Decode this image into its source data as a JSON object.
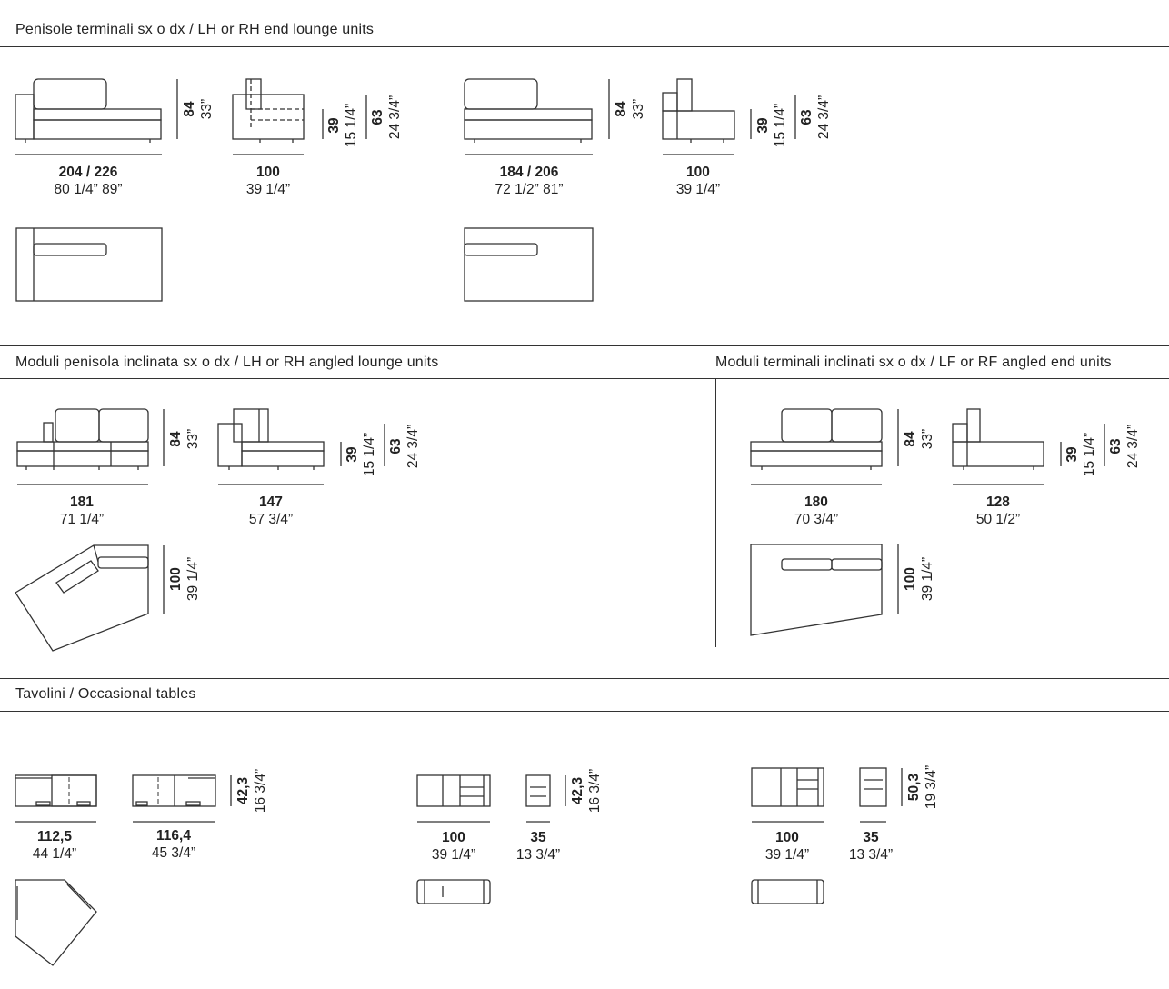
{
  "sections": {
    "end_lounge": {
      "title": "Penisole terminali  sx o dx / LH or RH end lounge units"
    },
    "angled_lounge": {
      "title": "Moduli penisola inclinata sx o dx / LH or RH angled lounge units"
    },
    "angled_end": {
      "title": "Moduli terminali inclinati sx o dx / LF or RF angled end units"
    },
    "tables": {
      "title": "Tavolini / Occasional tables"
    }
  },
  "dims": {
    "u1_width": {
      "metric": "204 / 226",
      "imperial": "80 1/4”  89”"
    },
    "u1_height": {
      "metric": "84",
      "imperial": "33”"
    },
    "u1_side_depth": {
      "metric": "100",
      "imperial": "39 1/4”"
    },
    "u1_seat": {
      "metric": "39",
      "imperial": "15 1/4”"
    },
    "u1_back": {
      "metric": "63",
      "imperial": "24 3/4”"
    },
    "u2_width": {
      "metric": "184 / 206",
      "imperial": "72 1/2” 81”"
    },
    "u2_height": {
      "metric": "84",
      "imperial": "33”"
    },
    "u2_side_depth": {
      "metric": "100",
      "imperial": "39 1/4”"
    },
    "u2_seat": {
      "metric": "39",
      "imperial": "15 1/4”"
    },
    "u2_back": {
      "metric": "63",
      "imperial": "24 3/4”"
    },
    "a1_width": {
      "metric": "181",
      "imperial": "71 1/4”"
    },
    "a1_height": {
      "metric": "84",
      "imperial": "33”"
    },
    "a1_side": {
      "metric": "147",
      "imperial": "57 3/4”"
    },
    "a1_seat": {
      "metric": "39",
      "imperial": "15 1/4”"
    },
    "a1_back": {
      "metric": "63",
      "imperial": "24 3/4”"
    },
    "a1_plan_depth": {
      "metric": "100",
      "imperial": "39 1/4”"
    },
    "e1_width": {
      "metric": "180",
      "imperial": "70 3/4”"
    },
    "e1_height": {
      "metric": "84",
      "imperial": "33”"
    },
    "e1_side": {
      "metric": "128",
      "imperial": "50 1/2”"
    },
    "e1_seat": {
      "metric": "39",
      "imperial": "15 1/4”"
    },
    "e1_back": {
      "metric": "63",
      "imperial": "24 3/4”"
    },
    "e1_plan_depth": {
      "metric": "100",
      "imperial": "39 1/4”"
    },
    "t1_width": {
      "metric": "112,5",
      "imperial": "44 1/4”"
    },
    "t2_width": {
      "metric": "116,4",
      "imperial": "45 3/4”"
    },
    "t12_height": {
      "metric": "42,3",
      "imperial": "16 3/4”"
    },
    "t3_width": {
      "metric": "100",
      "imperial": "39 1/4”"
    },
    "t3_depth": {
      "metric": "35",
      "imperial": "13 3/4”"
    },
    "t3_height": {
      "metric": "42,3",
      "imperial": "16 3/4”"
    },
    "t4_width": {
      "metric": "100",
      "imperial": "39 1/4”"
    },
    "t4_depth": {
      "metric": "35",
      "imperial": "13 3/4”"
    },
    "t4_height": {
      "metric": "50,3",
      "imperial": "19 3/4”"
    }
  }
}
